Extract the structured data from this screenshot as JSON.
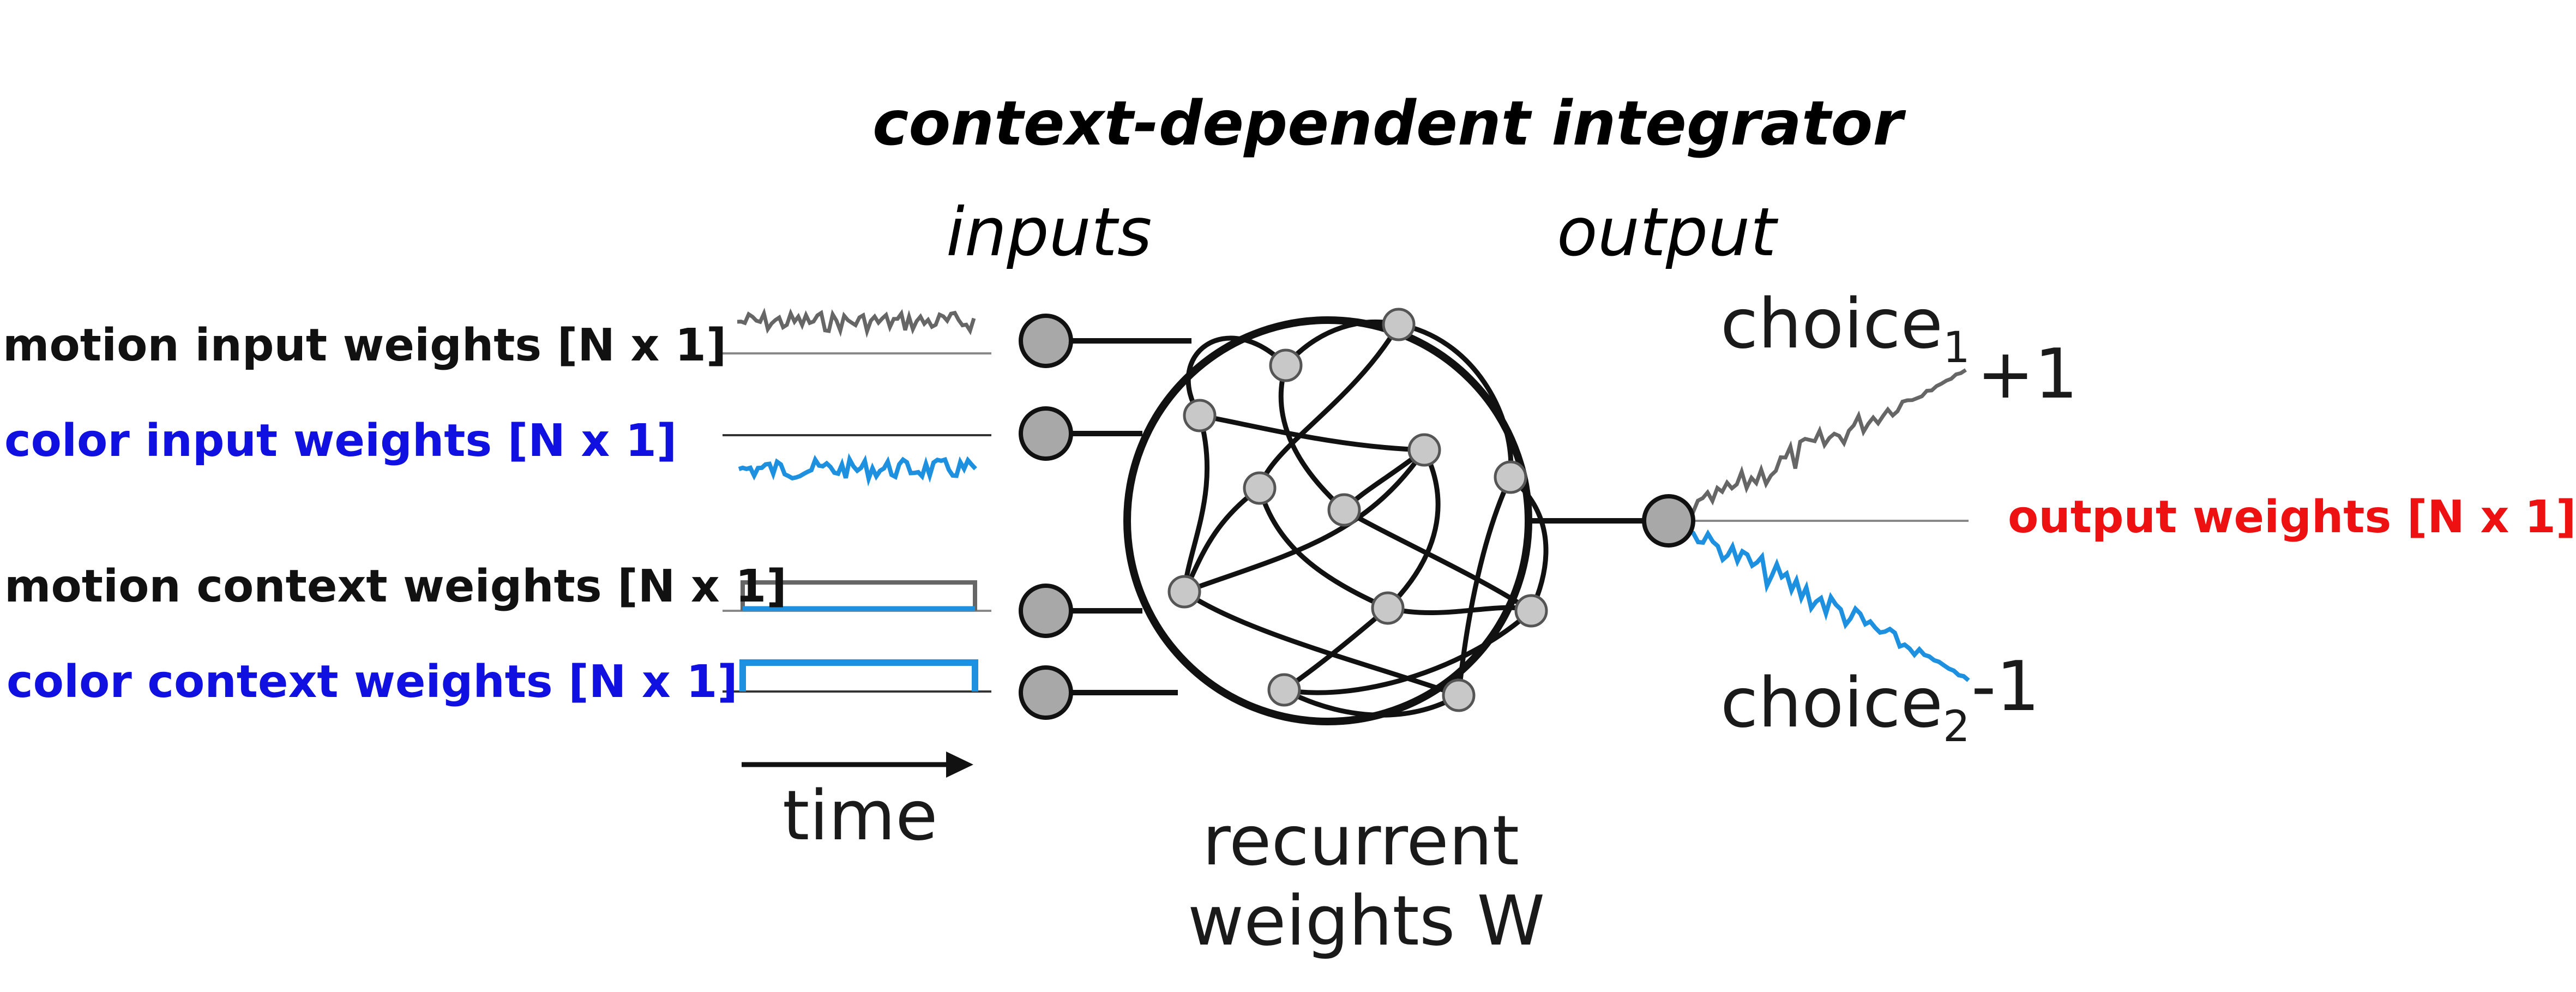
{
  "title": "context-dependent integrator",
  "sections": {
    "inputs": "inputs",
    "output": "output"
  },
  "input_labels": [
    {
      "text": "motion input weights [N x 1]",
      "color": "#111111"
    },
    {
      "text": "color input weights [N x 1]",
      "color": "#1010e0"
    },
    {
      "text": "motion context weights [N x 1]",
      "color": "#111111"
    },
    {
      "text": "color context weights [N x 1]",
      "color": "#1010e0"
    }
  ],
  "time_label": "time",
  "recurrent_label": {
    "line1": "recurrent",
    "line2": "weights W"
  },
  "choices": {
    "choice1": {
      "base": "choice",
      "sub": "1",
      "value": "+1"
    },
    "choice2": {
      "base": "choice",
      "sub": "2",
      "value": "-1"
    }
  },
  "output_label": {
    "text": "output weights [N x 1]",
    "color": "#ee1111"
  },
  "colors": {
    "motion_trace": "#666666",
    "color_trace": "#1e90e0",
    "node_fill": "#c8c8c8",
    "input_node_fill": "#a8a8a8",
    "line": "#111111",
    "axis": "#888888"
  }
}
